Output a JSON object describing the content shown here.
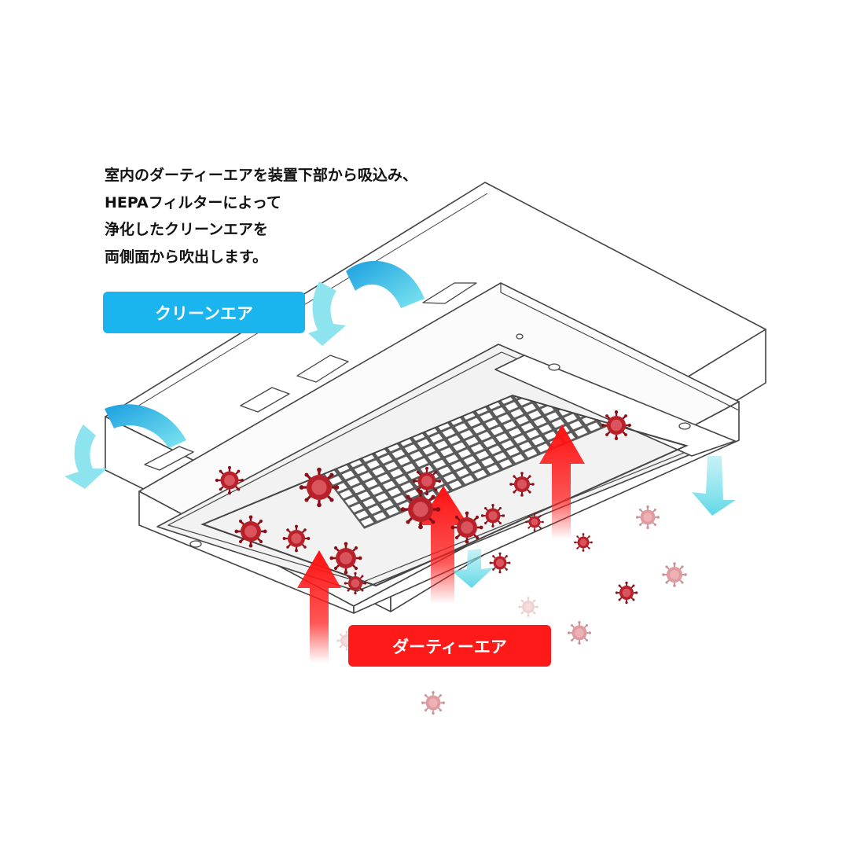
{
  "description": {
    "lines": [
      "室内のダーティーエアを装置下部から吸込み、",
      "HEPAフィルターによって",
      "浄化したクリーンエアを",
      "両側面から吹出します。"
    ]
  },
  "labels": {
    "clean_air": "クリーンエア",
    "dirty_air": "ダーティーエア"
  },
  "colors": {
    "clean_air": "#1ab4ef",
    "dirty_air": "#ff1a1a",
    "virus": "#b8202a",
    "outline": "#444444"
  },
  "icons": [
    "virus-icon",
    "dirty-air-arrow",
    "clean-air-arrow",
    "ceiling-air-purifier"
  ]
}
